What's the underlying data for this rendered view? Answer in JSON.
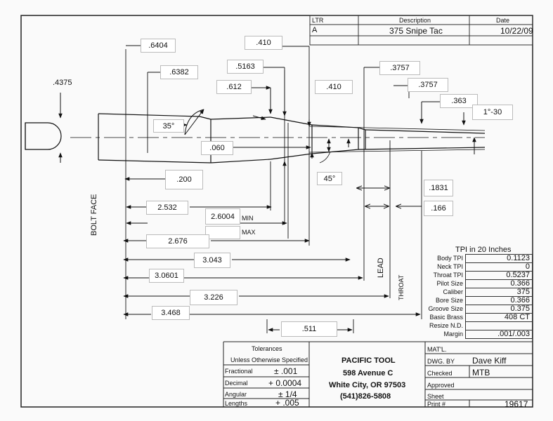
{
  "revision": {
    "headers": {
      "ltr": "LTR",
      "description": "Description",
      "date": "Date"
    },
    "row": {
      "ltr": "A",
      "description": "375 Snipe Tac",
      "date": "10/22/09"
    }
  },
  "dimensions": {
    "d6404": ".6404",
    "d410a": ".410",
    "d6382": ".6382",
    "d5163": ".5163",
    "d3757a": ".3757",
    "d4375": ".4375",
    "d612": ".612",
    "d410b": ".410",
    "d3757b": ".3757",
    "d363": ".363",
    "d1_30": "1°-30",
    "d35": "35°",
    "d060": ".060",
    "d45": "45°",
    "d200": ".200",
    "d1831": ".1831",
    "d166": ".166",
    "d2532": "2.532",
    "d26004": "2.6004",
    "min": "MIN",
    "max": "MAX",
    "d2676": "2.676",
    "d3043": "3.043",
    "d30601": "3.0601",
    "d3226": "3.226",
    "d3468": "3.468",
    "d511": ".511",
    "bolt_face": "BOLT FACE",
    "lead": "LEAD",
    "throat": "THROAT"
  },
  "tpi": {
    "title": "TPI in 20 Inches",
    "rows": [
      {
        "label": "Body TPI",
        "value": "0.1123"
      },
      {
        "label": "Neck TPI",
        "value": "0"
      },
      {
        "label": "Throat TPI",
        "value": "0.5237"
      },
      {
        "label": "Pilot Size",
        "value": "0.366"
      },
      {
        "label": "Caliber",
        "value": "375"
      },
      {
        "label": "Bore Size",
        "value": "0.366"
      },
      {
        "label": "Groove Size",
        "value": "0.375"
      },
      {
        "label": "Basic Brass",
        "value": "408 CT"
      },
      {
        "label": "Resize N.D.",
        "value": ""
      },
      {
        "label": "Margin",
        "value": ".001/.003"
      }
    ]
  },
  "tolerances": {
    "title": "Tolerances",
    "subtitle": "Unless Otherwise Specified",
    "fractional_label": "Fractional",
    "fractional_value": "± .001",
    "decimal_label": "Decimal",
    "decimal_value": "+ 0.0004",
    "angular_label": "Angular",
    "angular_value": "± 1/4",
    "lengths_label": "Lengths",
    "lengths_value": "+ .005"
  },
  "company": {
    "name": "PACIFIC TOOL",
    "street": "598 Avenue C",
    "city": "White City, OR 97503",
    "phone": "(541)826-5808"
  },
  "titleblock": {
    "matl_label": "MAT'L.",
    "dwg_by_label": "DWG. BY",
    "dwg_by_value": "Dave Kiff",
    "checked_label": "Checked",
    "checked_value": "MTB",
    "approved_label": "Approved",
    "sheet_label": "Sheet",
    "print_label": "Print #",
    "print_value": "19617"
  }
}
